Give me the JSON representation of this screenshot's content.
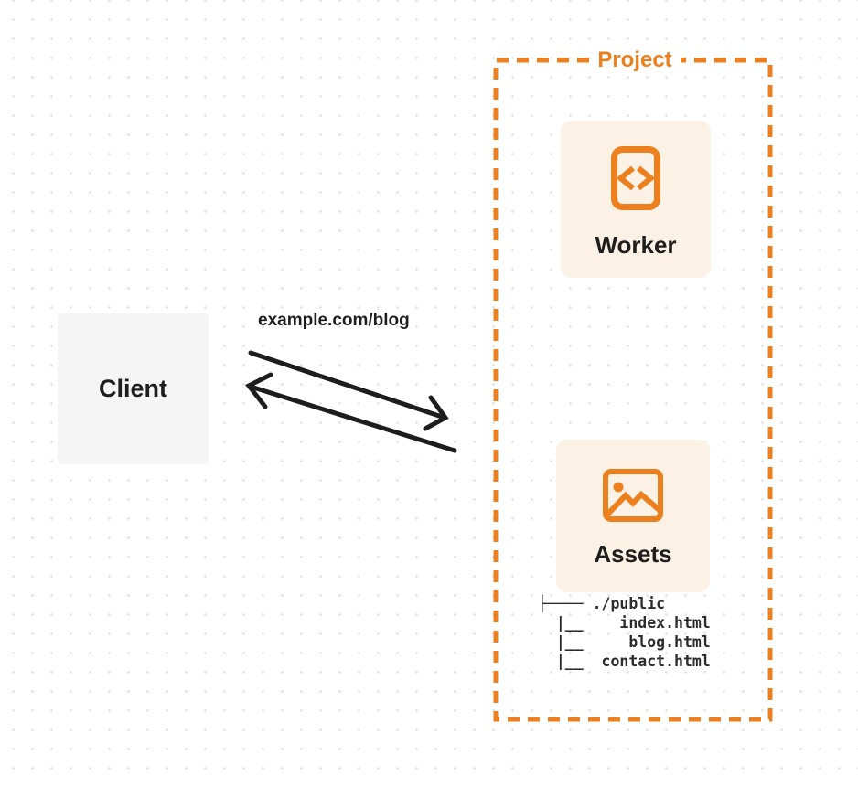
{
  "colors": {
    "accent": "#ED801E",
    "card_background": "#FBF1E4",
    "client_background": "#F5F5F6",
    "arrow": "#1D1D1D",
    "text_dark": "#1E1E1E",
    "dot_grid": "#E4E4E6"
  },
  "client": {
    "label": "Client"
  },
  "request": {
    "url_label": "example.com/blog"
  },
  "project": {
    "title": "Project",
    "worker": {
      "label": "Worker",
      "icon": "code-file-icon"
    },
    "assets": {
      "label": "Assets",
      "icon": "image-icon",
      "files": [
        "./public",
        "index.html",
        "blog.html",
        "contact.html"
      ],
      "file_tree_text": "├──── ./public\n  |__    index.html\n  |__     blog.html\n  |__  contact.html"
    }
  },
  "arrows": {
    "request_direction": "client-to-project",
    "response_direction": "project-to-client"
  }
}
